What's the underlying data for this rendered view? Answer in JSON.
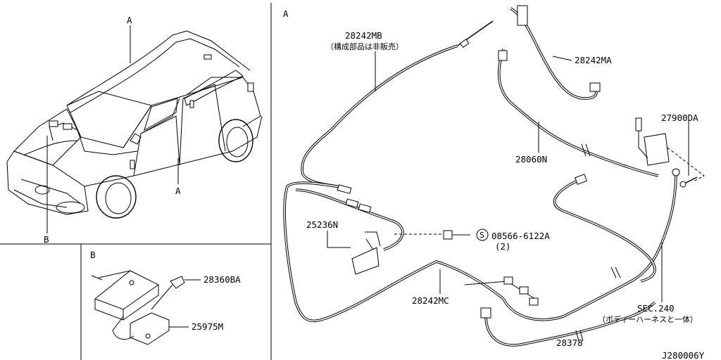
{
  "views": {
    "main": "A",
    "detail": "B"
  },
  "car_callouts": {
    "top": "A",
    "side": "A",
    "front": "B"
  },
  "parts": {
    "harness_mb": {
      "number": "28242MB",
      "note": "（構成部品は非販売）"
    },
    "harness_ma": "28242MA",
    "harness_mc": "28242MC",
    "feeder": "28060N",
    "amp": "27900DA",
    "unit": "25236N",
    "bolt": {
      "number": "08566-6122A",
      "qty": "(2)",
      "symbol": "S"
    },
    "cable_28378": "28378",
    "sec": {
      "number": "SEC.240",
      "note": "（ボディーハーネスと一体）"
    },
    "detail_b_1": "28360BA",
    "detail_b_2": "25975M"
  },
  "drawing_code": "J280006Y"
}
